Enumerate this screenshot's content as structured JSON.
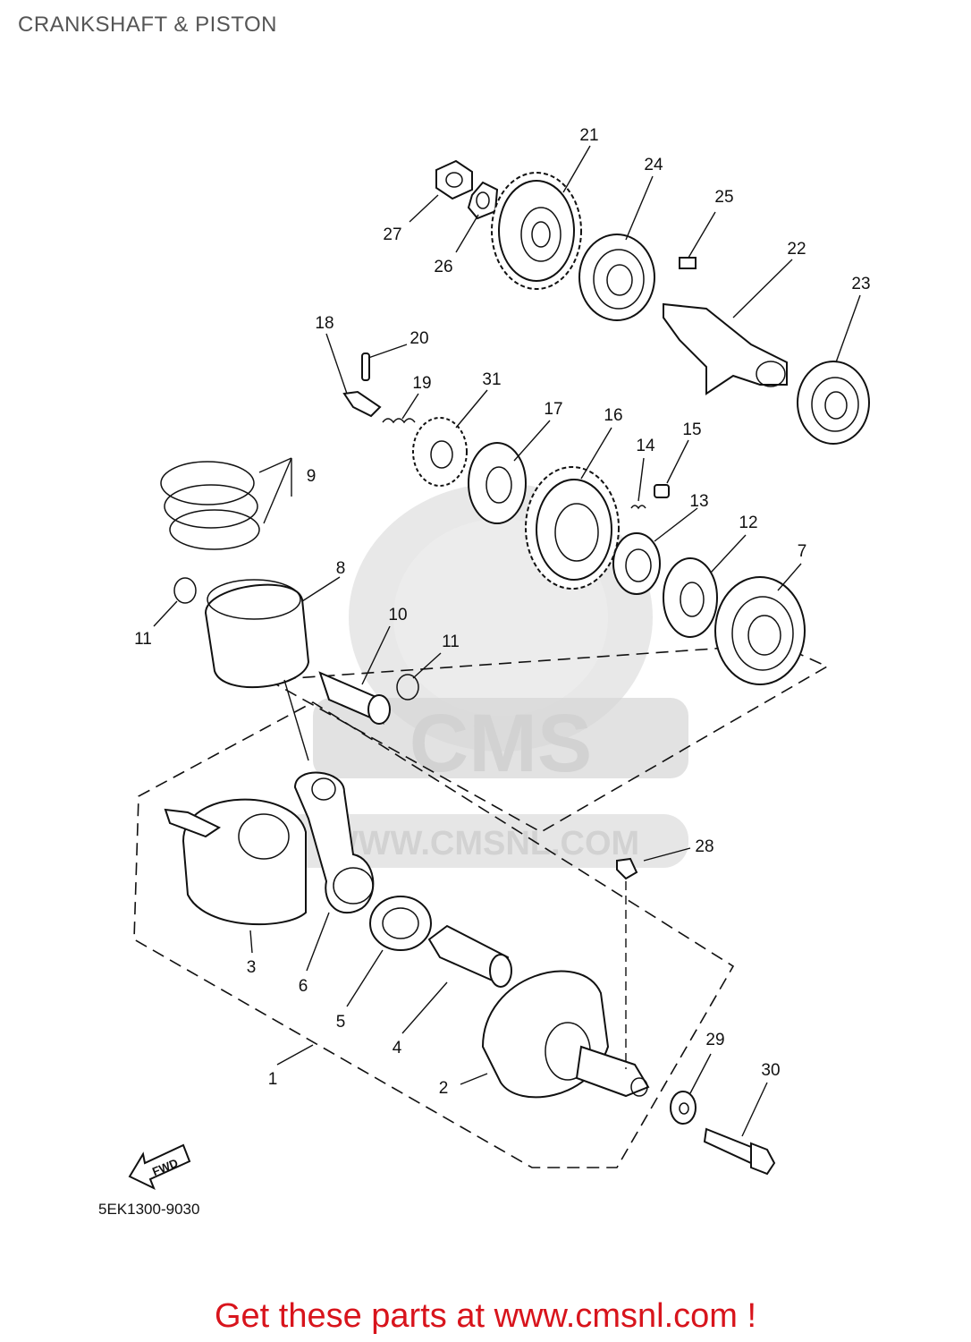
{
  "page": {
    "title": "CRANKSHAFT & PISTON"
  },
  "diagram": {
    "code": "5EK1300-9030",
    "fwd_label": "FWD",
    "watermark": {
      "brand": "CMS",
      "url": "WWW.CMSNL.COM"
    },
    "part_numbers": [
      "1",
      "2",
      "3",
      "4",
      "5",
      "6",
      "7",
      "8",
      "9",
      "10",
      "11",
      "11",
      "12",
      "13",
      "14",
      "15",
      "16",
      "17",
      "18",
      "19",
      "20",
      "21",
      "22",
      "23",
      "24",
      "25",
      "26",
      "27",
      "28",
      "29",
      "30",
      "31"
    ]
  },
  "footer": {
    "promo": "Get these parts at www.cmsnl.com !",
    "promo_color": "#d8141c"
  }
}
